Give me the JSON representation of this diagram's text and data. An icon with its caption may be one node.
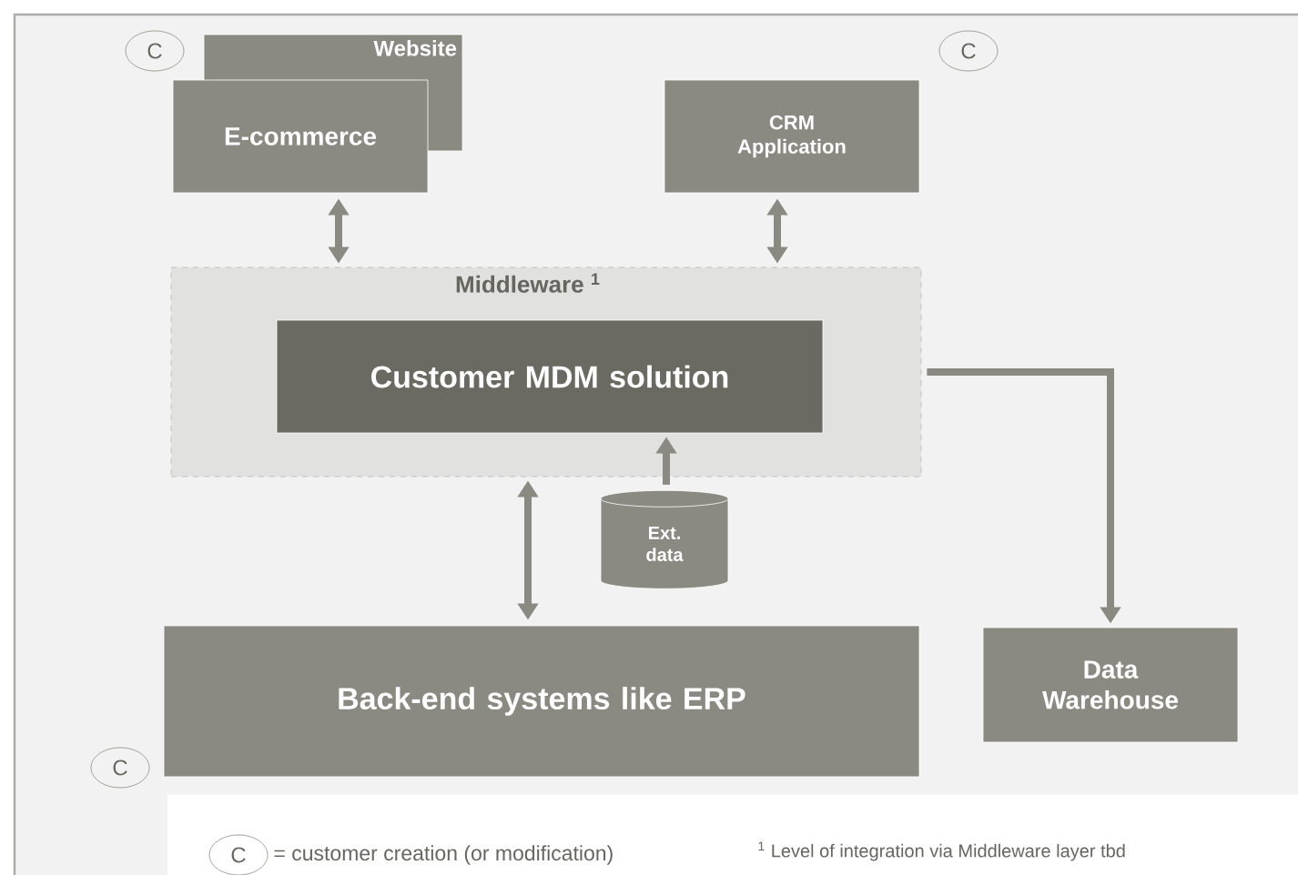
{
  "diagram": {
    "nodes": [
      {
        "text": [
          "Website"
        ]
      },
      {
        "text": [
          "E-commerce"
        ]
      },
      {
        "text": [
          "CRM Application"
        ]
      },
      {
        "text": [
          "Middleware $^{1}$"
        ]
      },
      {
        "text": [
          "Customer MDM solution"
        ],
        "in": 3
      },
      {
        "text": [
          "Ext. data"
        ]
      },
      {
        "text": [
          "Back-end systems like ERP"
        ]
      },
      {
        "text": [
          "Data Warehouse"
        ]
      },
      {
        "text": [
          "C"
        ]
      },
      {
        "text": [
          "C"
        ]
      },
      {
        "text": [
          "C"
        ]
      },
      {
        "text": [
          "C"
        ]
      }
    ],
    "edges": [
      {
        "from": 1,
        "to": 3,
        "arrow": "both"
      },
      {
        "from": 2,
        "to": 3,
        "arrow": "both"
      },
      {
        "from": 5,
        "to": 4,
        "arrow": "to"
      },
      {
        "from": 6,
        "to": 3,
        "arrow": "both"
      },
      {
        "from": 3,
        "to": 7,
        "arrow": "to"
      }
    ],
    "labels": [
      "= customer creation (or modification)",
      "$^{1}$ Level of integration via Middleware layer tbd"
    ]
  }
}
